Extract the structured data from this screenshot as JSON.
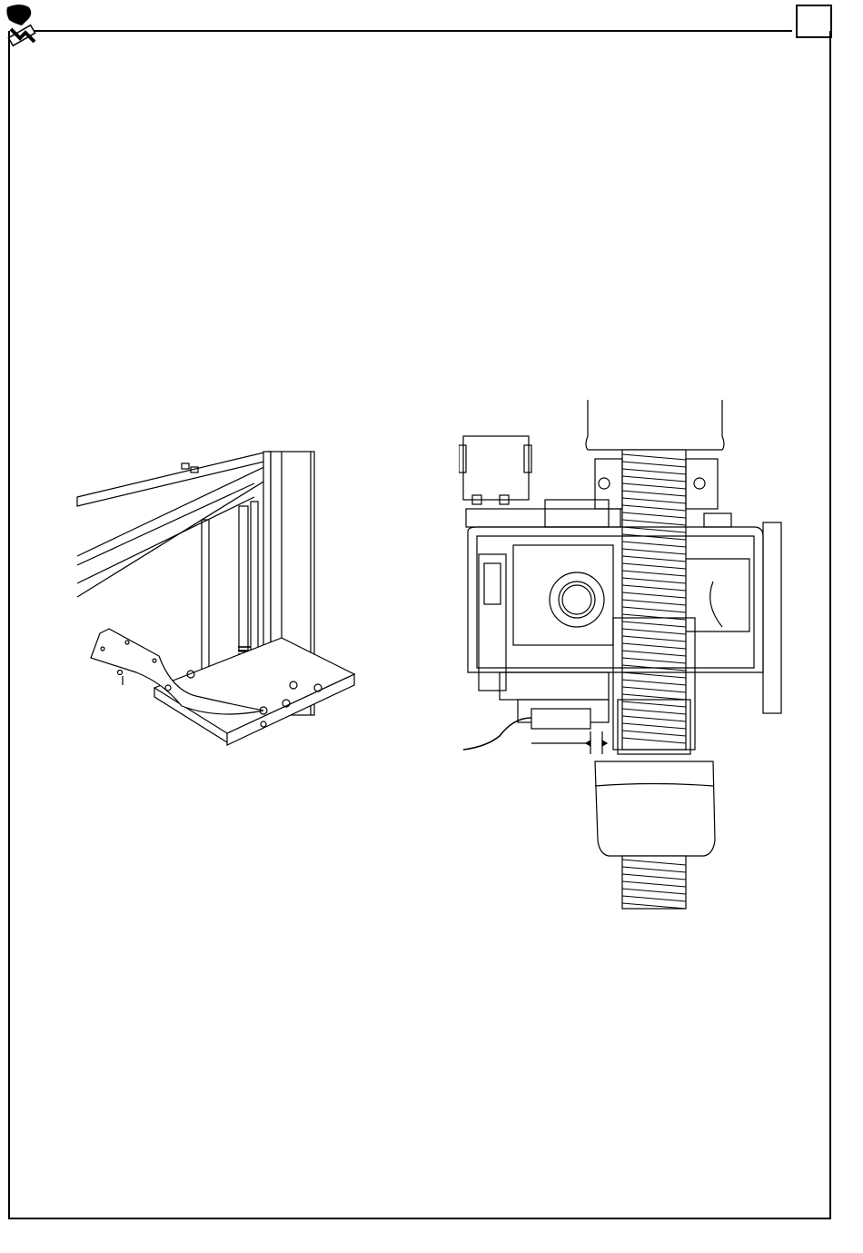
{
  "header": {
    "logo_icon": "brand-logo-icon",
    "page_number": ""
  },
  "figures": [
    {
      "id": "fig-column-base",
      "icon": "column-base-isometric-drawing"
    },
    {
      "id": "fig-lift-carriage",
      "icon": "lift-carriage-section-drawing"
    }
  ]
}
